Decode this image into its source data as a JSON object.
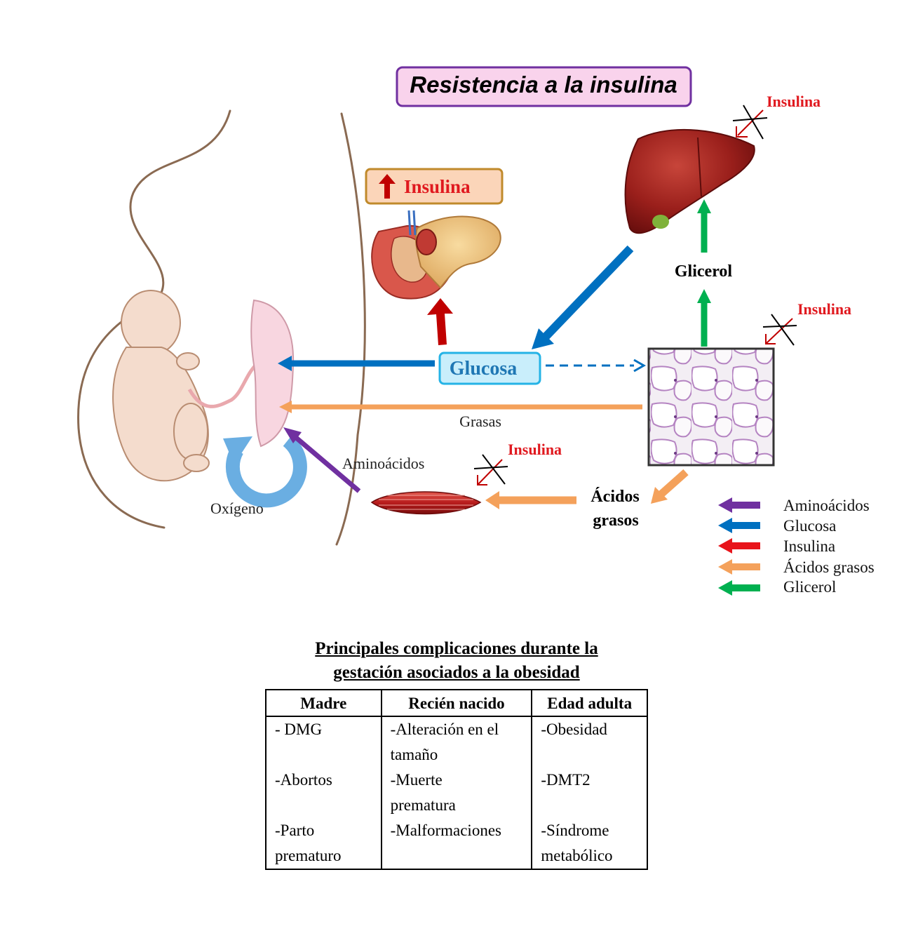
{
  "diagram": {
    "title": "Resistencia a la insulina",
    "pancreas_label": "Insulina",
    "liver_insulin_label": "Insulina",
    "adipose_insulin_label": "Insulina",
    "muscle_insulin_label": "Insulina",
    "glucose_label": "Glucosa",
    "glycerol_label": "Glicerol",
    "fats_label": "Grasas",
    "amino_label": "Aminoácidos",
    "oxygen_label": "Oxígeno",
    "fatty_acids_label_line1": "Ácidos",
    "fatty_acids_label_line2": "grasos"
  },
  "legend": {
    "items": [
      {
        "label": "Aminoácidos",
        "color": "#7030a0"
      },
      {
        "label": "Glucosa",
        "color": "#0070c0"
      },
      {
        "label": "Insulina",
        "color": "#e8141b"
      },
      {
        "label": "Ácidos grasos",
        "color": "#f4a15b"
      },
      {
        "label": "Glicerol",
        "color": "#00b050"
      }
    ]
  },
  "colors": {
    "aminoacids": "#7030a0",
    "glucose": "#0070c0",
    "insulin": "#c00000",
    "fatty_acids": "#f4a15b",
    "glycerol": "#00b050",
    "title_box_fill": "#f9d3ec",
    "title_box_border": "#7030a0",
    "glucose_box_fill": "#c9eefb",
    "glucose_box_border": "#25b3e6",
    "insulin_box_fill": "#fbd5b9",
    "insulin_box_border": "#c08a2b"
  },
  "table": {
    "heading_line1": "Principales complicaciones durante la",
    "heading_line2": "gestación asociados a la obesidad",
    "columns": [
      "Madre",
      "Recién nacido",
      "Edad adulta"
    ],
    "rows": [
      [
        [
          "- DMG"
        ],
        [
          "-Alteración en el",
          "tamaño"
        ],
        [
          "-Obesidad"
        ]
      ],
      [
        [
          "-Abortos"
        ],
        [
          "-Muerte",
          "prematura"
        ],
        [
          "-DMT2"
        ]
      ],
      [
        [
          "-Parto",
          "prematuro"
        ],
        [
          "-Malformaciones"
        ],
        [
          "-Síndrome",
          "metabólico"
        ]
      ]
    ]
  }
}
